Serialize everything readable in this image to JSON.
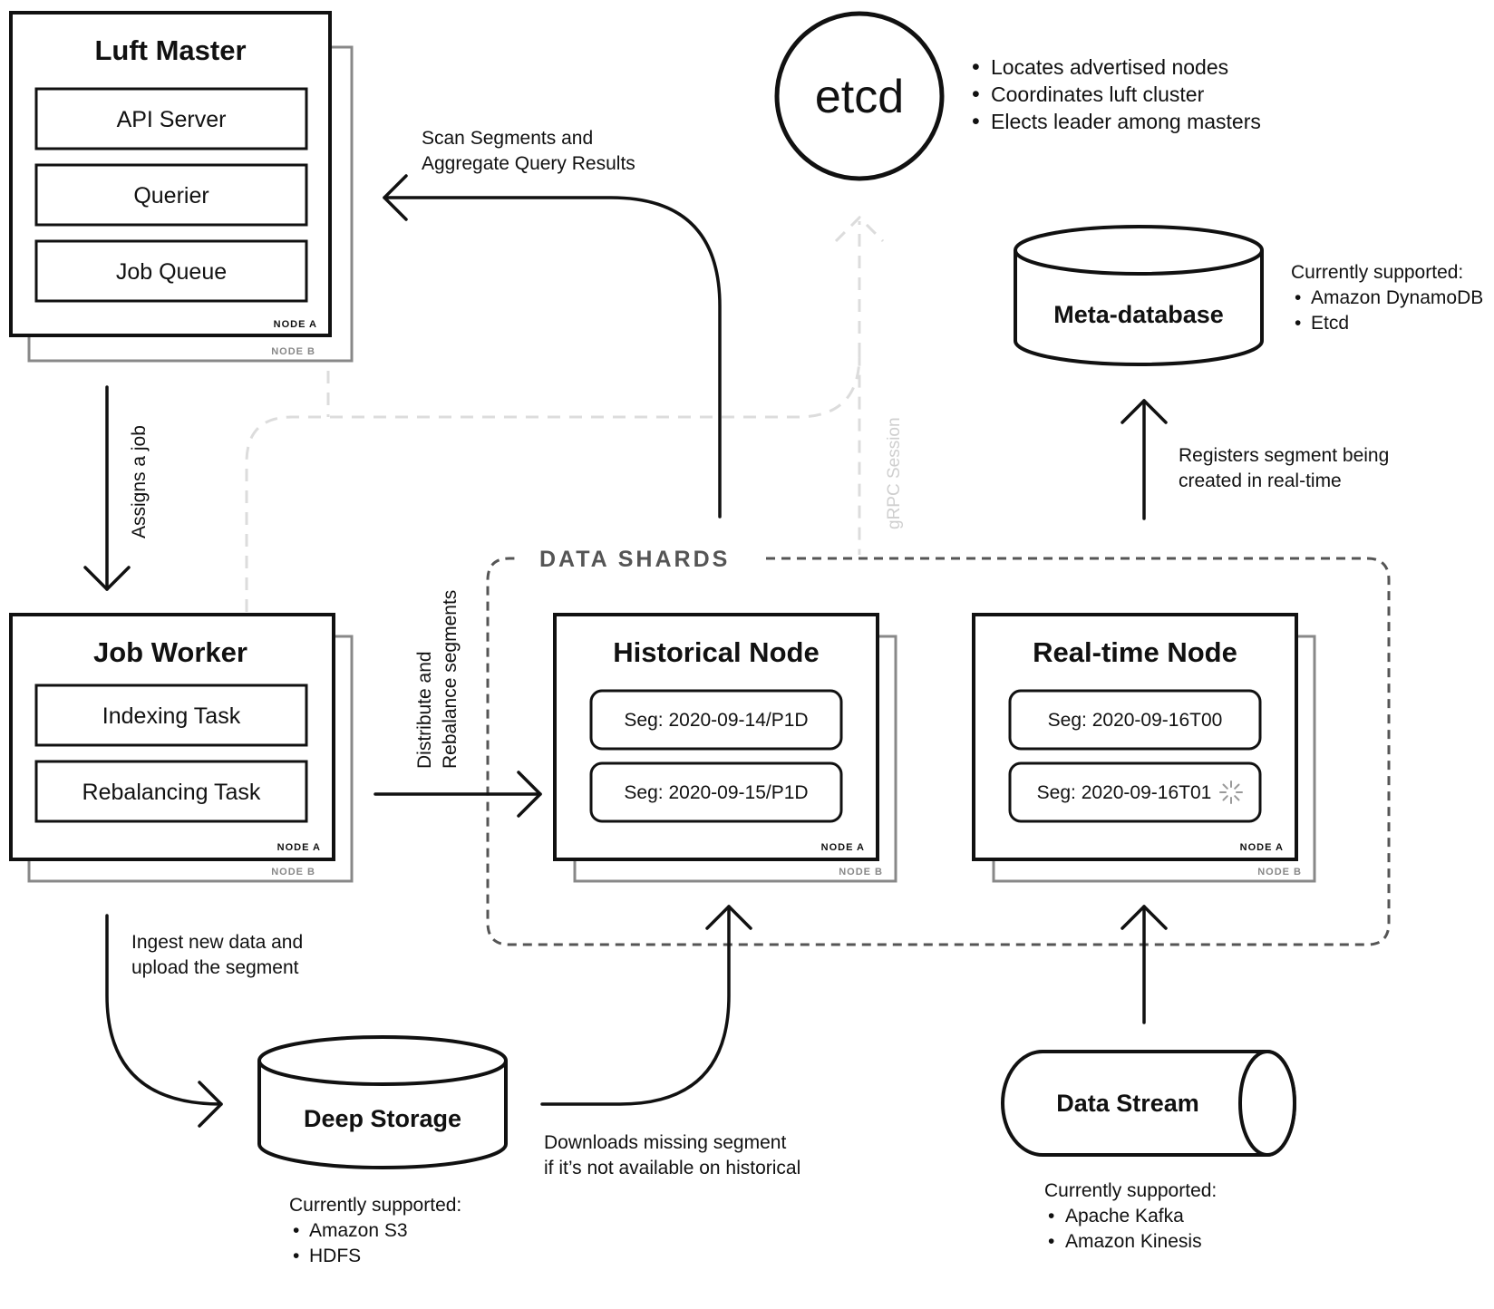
{
  "luft_master": {
    "title": "Luft Master",
    "components": [
      "API Server",
      "Querier",
      "Job Queue"
    ],
    "node_a": "NODE A",
    "node_b": "NODE B"
  },
  "job_worker": {
    "title": "Job Worker",
    "tasks": [
      "Indexing Task",
      "Rebalancing Task"
    ],
    "node_a": "NODE A",
    "node_b": "NODE B"
  },
  "etcd": {
    "label": "etcd",
    "bullets": [
      "Locates advertised nodes",
      "Coordinates luft cluster",
      "Elects leader among masters"
    ]
  },
  "meta_database": {
    "label": "Meta-database",
    "supported_heading": "Currently supported:",
    "supported": [
      "Amazon DynamoDB",
      "Etcd"
    ]
  },
  "data_shards": {
    "label": "DATA SHARDS",
    "grpc_label": "gRPC Session",
    "historical": {
      "title": "Historical Node",
      "segments": [
        "Seg: 2020-09-14/P1D",
        "Seg: 2020-09-15/P1D"
      ],
      "node_a": "NODE A",
      "node_b": "NODE B"
    },
    "realtime": {
      "title": "Real-time Node",
      "segments": [
        "Seg: 2020-09-16T00",
        "Seg: 2020-09-16T01"
      ],
      "node_a": "NODE A",
      "node_b": "NODE B"
    }
  },
  "deep_storage": {
    "label": "Deep Storage",
    "supported_heading": "Currently supported:",
    "supported": [
      "Amazon S3",
      "HDFS"
    ]
  },
  "data_stream": {
    "label": "Data Stream",
    "supported_heading": "Currently supported:",
    "supported": [
      "Apache Kafka",
      "Amazon Kinesis"
    ]
  },
  "edges": {
    "scan_segments": [
      "Scan Segments and",
      "Aggregate Query Results"
    ],
    "assigns_job": "Assigns a job",
    "distribute": [
      "Distribute and",
      "Rebalance segments"
    ],
    "registers": [
      "Registers segment being",
      "created in real-time"
    ],
    "ingest": [
      "Ingest new data and",
      "upload the segment"
    ],
    "downloads": [
      "Downloads missing segment",
      "if it’s not available on historical"
    ]
  },
  "bullet_char": "•"
}
